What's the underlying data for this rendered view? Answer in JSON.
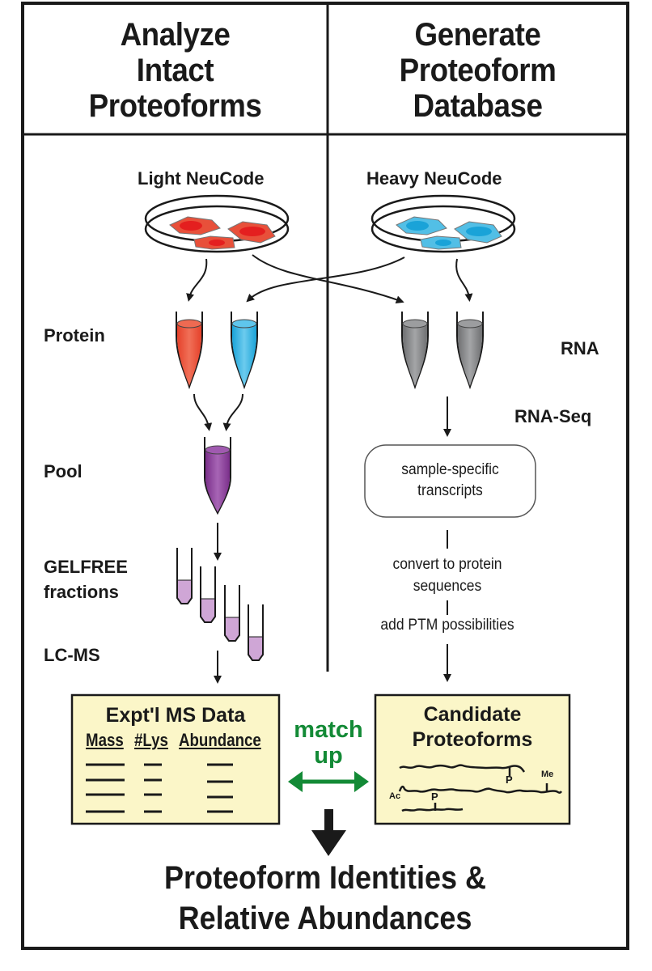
{
  "header": {
    "left_title": [
      "Analyze",
      "Intact",
      "Proteoforms"
    ],
    "right_title": [
      "Generate",
      "Proteoform",
      "Database"
    ]
  },
  "samples": {
    "light_label": "Light NeuCode",
    "heavy_label": "Heavy NeuCode"
  },
  "left_steps": {
    "protein": "Protein",
    "pool": "Pool",
    "gelfree": [
      "GELFREE",
      "fractions"
    ],
    "lcms": "LC-MS"
  },
  "right_steps": {
    "rna": "RNA",
    "rnaseq": "RNA-Seq",
    "transcripts_box": [
      "sample-specific",
      "transcripts"
    ],
    "convert": [
      "convert to protein",
      "sequences"
    ],
    "ptm": "add PTM possibilities"
  },
  "ms_data_box": {
    "title": "Expt'l MS Data",
    "columns": [
      "Mass",
      "#Lys",
      "Abundance"
    ],
    "row_count": 4
  },
  "match_label": [
    "match",
    "up"
  ],
  "candidate_box": {
    "title": [
      "Candidate",
      "Proteoforms"
    ],
    "ptm_labels": [
      "P",
      "Me",
      "Ac",
      "P"
    ]
  },
  "result": [
    "Proteoform Identities &",
    "Relative Abundances"
  ],
  "colors": {
    "light": "#e8503a",
    "heavy": "#3ab3e0",
    "rna_tube": "#8a8b8d",
    "pool": "#8b3f98",
    "fraction": "#cfa6d6",
    "box_fill": "#fbf6c8",
    "match_arrow": "#138a36"
  }
}
